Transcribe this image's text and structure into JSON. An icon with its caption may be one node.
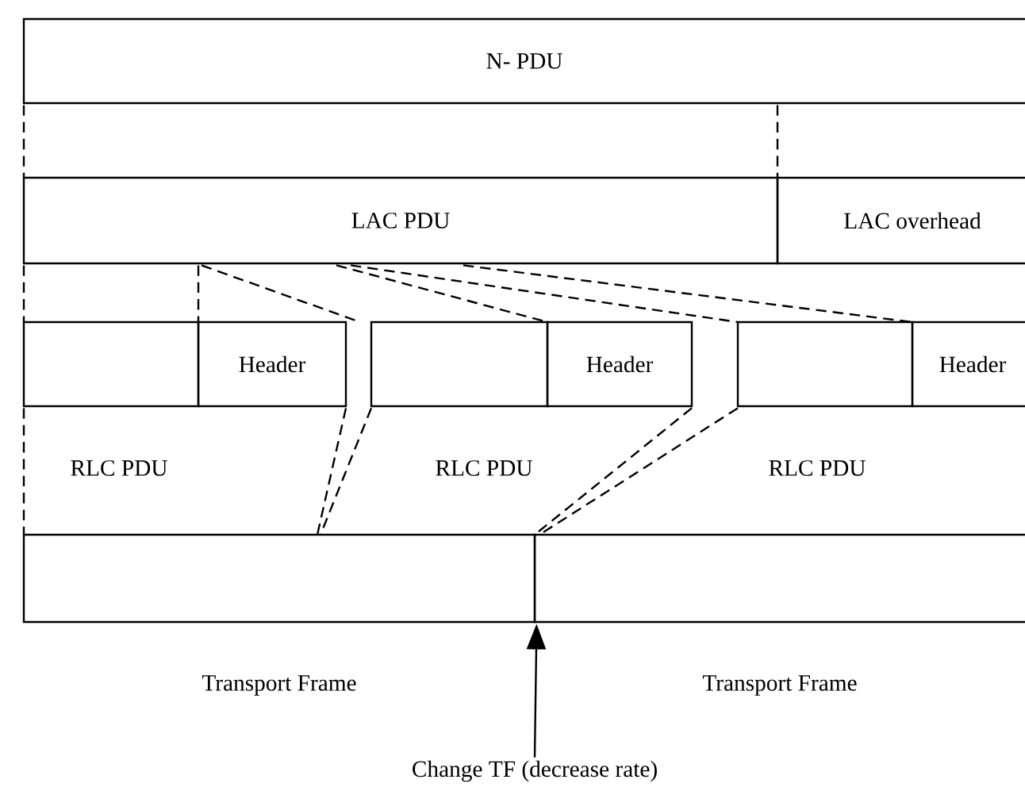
{
  "diagram": {
    "nodes": [
      {
        "text": [
          "N- PDU"
        ]
      },
      {
        "text": [
          "LAC PDU"
        ]
      },
      {
        "text": [
          "LAC overhead"
        ]
      },
      {
        "text": [],
        "shape": "box"
      },
      {
        "text": [
          "Header"
        ]
      },
      {
        "text": [],
        "shape": "box"
      },
      {
        "text": [
          "Header"
        ]
      },
      {
        "text": [],
        "shape": "box"
      },
      {
        "text": [
          "Header"
        ]
      },
      {
        "text": [],
        "shape": "box",
        "beside": [
          "Transport Frame"
        ]
      },
      {
        "text": [],
        "shape": "box",
        "beside": [
          "Transport Frame"
        ]
      },
      {
        "text": [
          "Change TF (decrease rate)"
        ]
      }
    ],
    "edges": [
      {
        "from": 0,
        "to": 1,
        "arrow": "none",
        "style": "dashed"
      },
      {
        "from": 0,
        "to": 2,
        "arrow": "none",
        "style": "dashed"
      },
      {
        "from": 1,
        "to": 3,
        "arrow": "none",
        "style": "dashed"
      },
      {
        "from": 1,
        "to": 4,
        "arrow": "none",
        "style": "dashed"
      },
      {
        "from": 1,
        "to": 5,
        "arrow": "none",
        "style": "dashed"
      },
      {
        "from": 1,
        "to": 6,
        "arrow": "none",
        "style": "dashed"
      },
      {
        "from": 1,
        "to": 7,
        "arrow": "none",
        "style": "dashed"
      },
      {
        "from": 1,
        "to": 8,
        "arrow": "none",
        "style": "dashed"
      },
      {
        "from": 3,
        "to": 9,
        "arrow": "none",
        "style": "dashed"
      },
      {
        "from": 4,
        "to": 9,
        "arrow": "none",
        "style": "dashed"
      },
      {
        "from": 5,
        "to": 9,
        "arrow": "none",
        "style": "dashed"
      },
      {
        "from": 6,
        "to": 10,
        "arrow": "none",
        "style": "dashed"
      },
      {
        "from": 7,
        "to": 10,
        "arrow": "none",
        "style": "dashed"
      },
      {
        "from": 11,
        "to": 9,
        "arrow": "to"
      }
    ],
    "labels": [
      "RLC PDU",
      "RLC PDU",
      "RLC PDU"
    ]
  }
}
